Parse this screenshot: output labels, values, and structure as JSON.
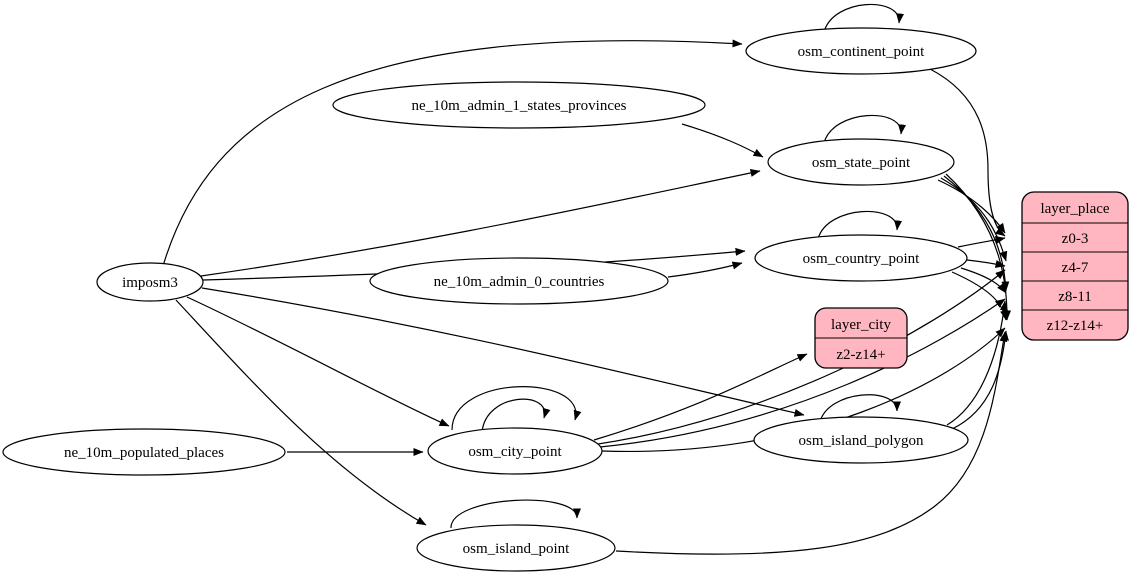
{
  "diagram_type": "etl-dataflow-graph",
  "colors": {
    "background": "#ffffff",
    "table_node_fill": "#ffffff",
    "layer_record_fill": "#ffb6c1",
    "stroke": "#000000",
    "text": "#000000"
  },
  "nodes": {
    "imposm3": "imposm3",
    "ne_10m_admin_1_states_provinces": "ne_10m_admin_1_states_provinces",
    "ne_10m_admin_0_countries": "ne_10m_admin_0_countries",
    "ne_10m_populated_places": "ne_10m_populated_places",
    "osm_continent_point": "osm_continent_point",
    "osm_state_point": "osm_state_point",
    "osm_country_point": "osm_country_point",
    "osm_city_point": "osm_city_point",
    "osm_island_polygon": "osm_island_polygon",
    "osm_island_point": "osm_island_point"
  },
  "records": {
    "layer_city": {
      "title": "layer_city",
      "rows": [
        "z2-z14+"
      ]
    },
    "layer_place": {
      "title": "layer_place",
      "rows": [
        "z0-3",
        "z4-7",
        "z8-11",
        "z12-z14+"
      ]
    }
  },
  "edges": [
    {
      "from": "imposm3",
      "to": "osm_continent_point"
    },
    {
      "from": "imposm3",
      "to": "osm_state_point"
    },
    {
      "from": "imposm3",
      "to": "osm_country_point"
    },
    {
      "from": "imposm3",
      "to": "osm_city_point"
    },
    {
      "from": "imposm3",
      "to": "osm_island_polygon"
    },
    {
      "from": "imposm3",
      "to": "osm_island_point"
    },
    {
      "from": "ne_10m_admin_1_states_provinces",
      "to": "osm_state_point"
    },
    {
      "from": "ne_10m_admin_0_countries",
      "to": "osm_country_point"
    },
    {
      "from": "ne_10m_populated_places",
      "to": "osm_city_point"
    },
    {
      "from": "osm_continent_point",
      "to": "osm_continent_point",
      "self_loop": true
    },
    {
      "from": "osm_state_point",
      "to": "osm_state_point",
      "self_loop": true
    },
    {
      "from": "osm_country_point",
      "to": "osm_country_point",
      "self_loop": true
    },
    {
      "from": "osm_city_point",
      "to": "osm_city_point",
      "self_loop": true
    },
    {
      "from": "osm_city_point",
      "to": "osm_city_point",
      "self_loop": true
    },
    {
      "from": "osm_island_polygon",
      "to": "osm_island_polygon",
      "self_loop": true
    },
    {
      "from": "osm_island_point",
      "to": "osm_island_point",
      "self_loop": true
    },
    {
      "from": "osm_city_point",
      "to": "layer_city:z2-z14+"
    },
    {
      "from": "osm_continent_point",
      "to": "layer_place:z0-3"
    },
    {
      "from": "osm_state_point",
      "to": "layer_place:z0-3"
    },
    {
      "from": "osm_state_point",
      "to": "layer_place:z4-7"
    },
    {
      "from": "osm_state_point",
      "to": "layer_place:z8-11"
    },
    {
      "from": "osm_state_point",
      "to": "layer_place:z12-z14+"
    },
    {
      "from": "osm_country_point",
      "to": "layer_place:z0-3"
    },
    {
      "from": "osm_country_point",
      "to": "layer_place:z4-7"
    },
    {
      "from": "osm_country_point",
      "to": "layer_place:z8-11"
    },
    {
      "from": "osm_country_point",
      "to": "layer_place:z12-z14+"
    },
    {
      "from": "osm_city_point",
      "to": "layer_place:z4-7"
    },
    {
      "from": "osm_city_point",
      "to": "layer_place:z8-11"
    },
    {
      "from": "osm_city_point",
      "to": "layer_place:z12-z14+"
    },
    {
      "from": "osm_island_polygon",
      "to": "layer_place:z8-11"
    },
    {
      "from": "osm_island_polygon",
      "to": "layer_place:z12-z14+"
    },
    {
      "from": "osm_island_point",
      "to": "layer_place:z12-z14+"
    }
  ]
}
